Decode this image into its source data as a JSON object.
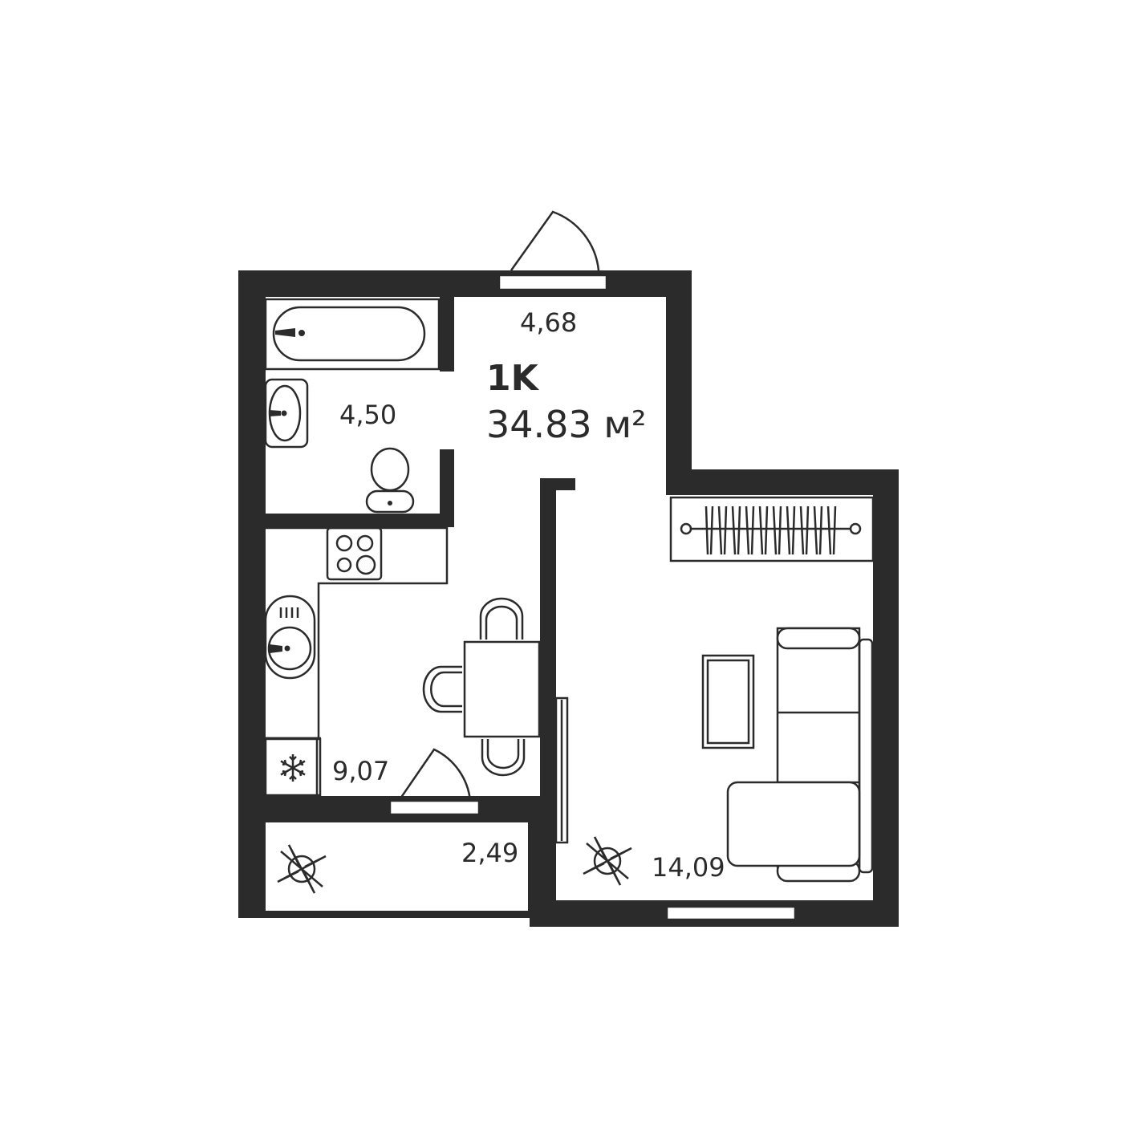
{
  "plan": {
    "apartment_type": "1K",
    "total_area": "34.83",
    "area_unit": "м²",
    "rooms": {
      "hall": "4,68",
      "bathroom": "4,50",
      "kitchen": "9,07",
      "balcony": "2,49",
      "living": "14,09"
    }
  },
  "colors": {
    "wall": "#2b2b2b",
    "background": "#ffffff"
  },
  "icons": [
    "bathtub-icon",
    "sink-icon",
    "toilet-icon",
    "stove-icon",
    "kitchen-sink-icon",
    "fridge-snowflake-icon",
    "fan-icon",
    "radiator-icon",
    "sofa-icon",
    "table-icon",
    "chair-icon",
    "door-icon",
    "window-icon"
  ]
}
